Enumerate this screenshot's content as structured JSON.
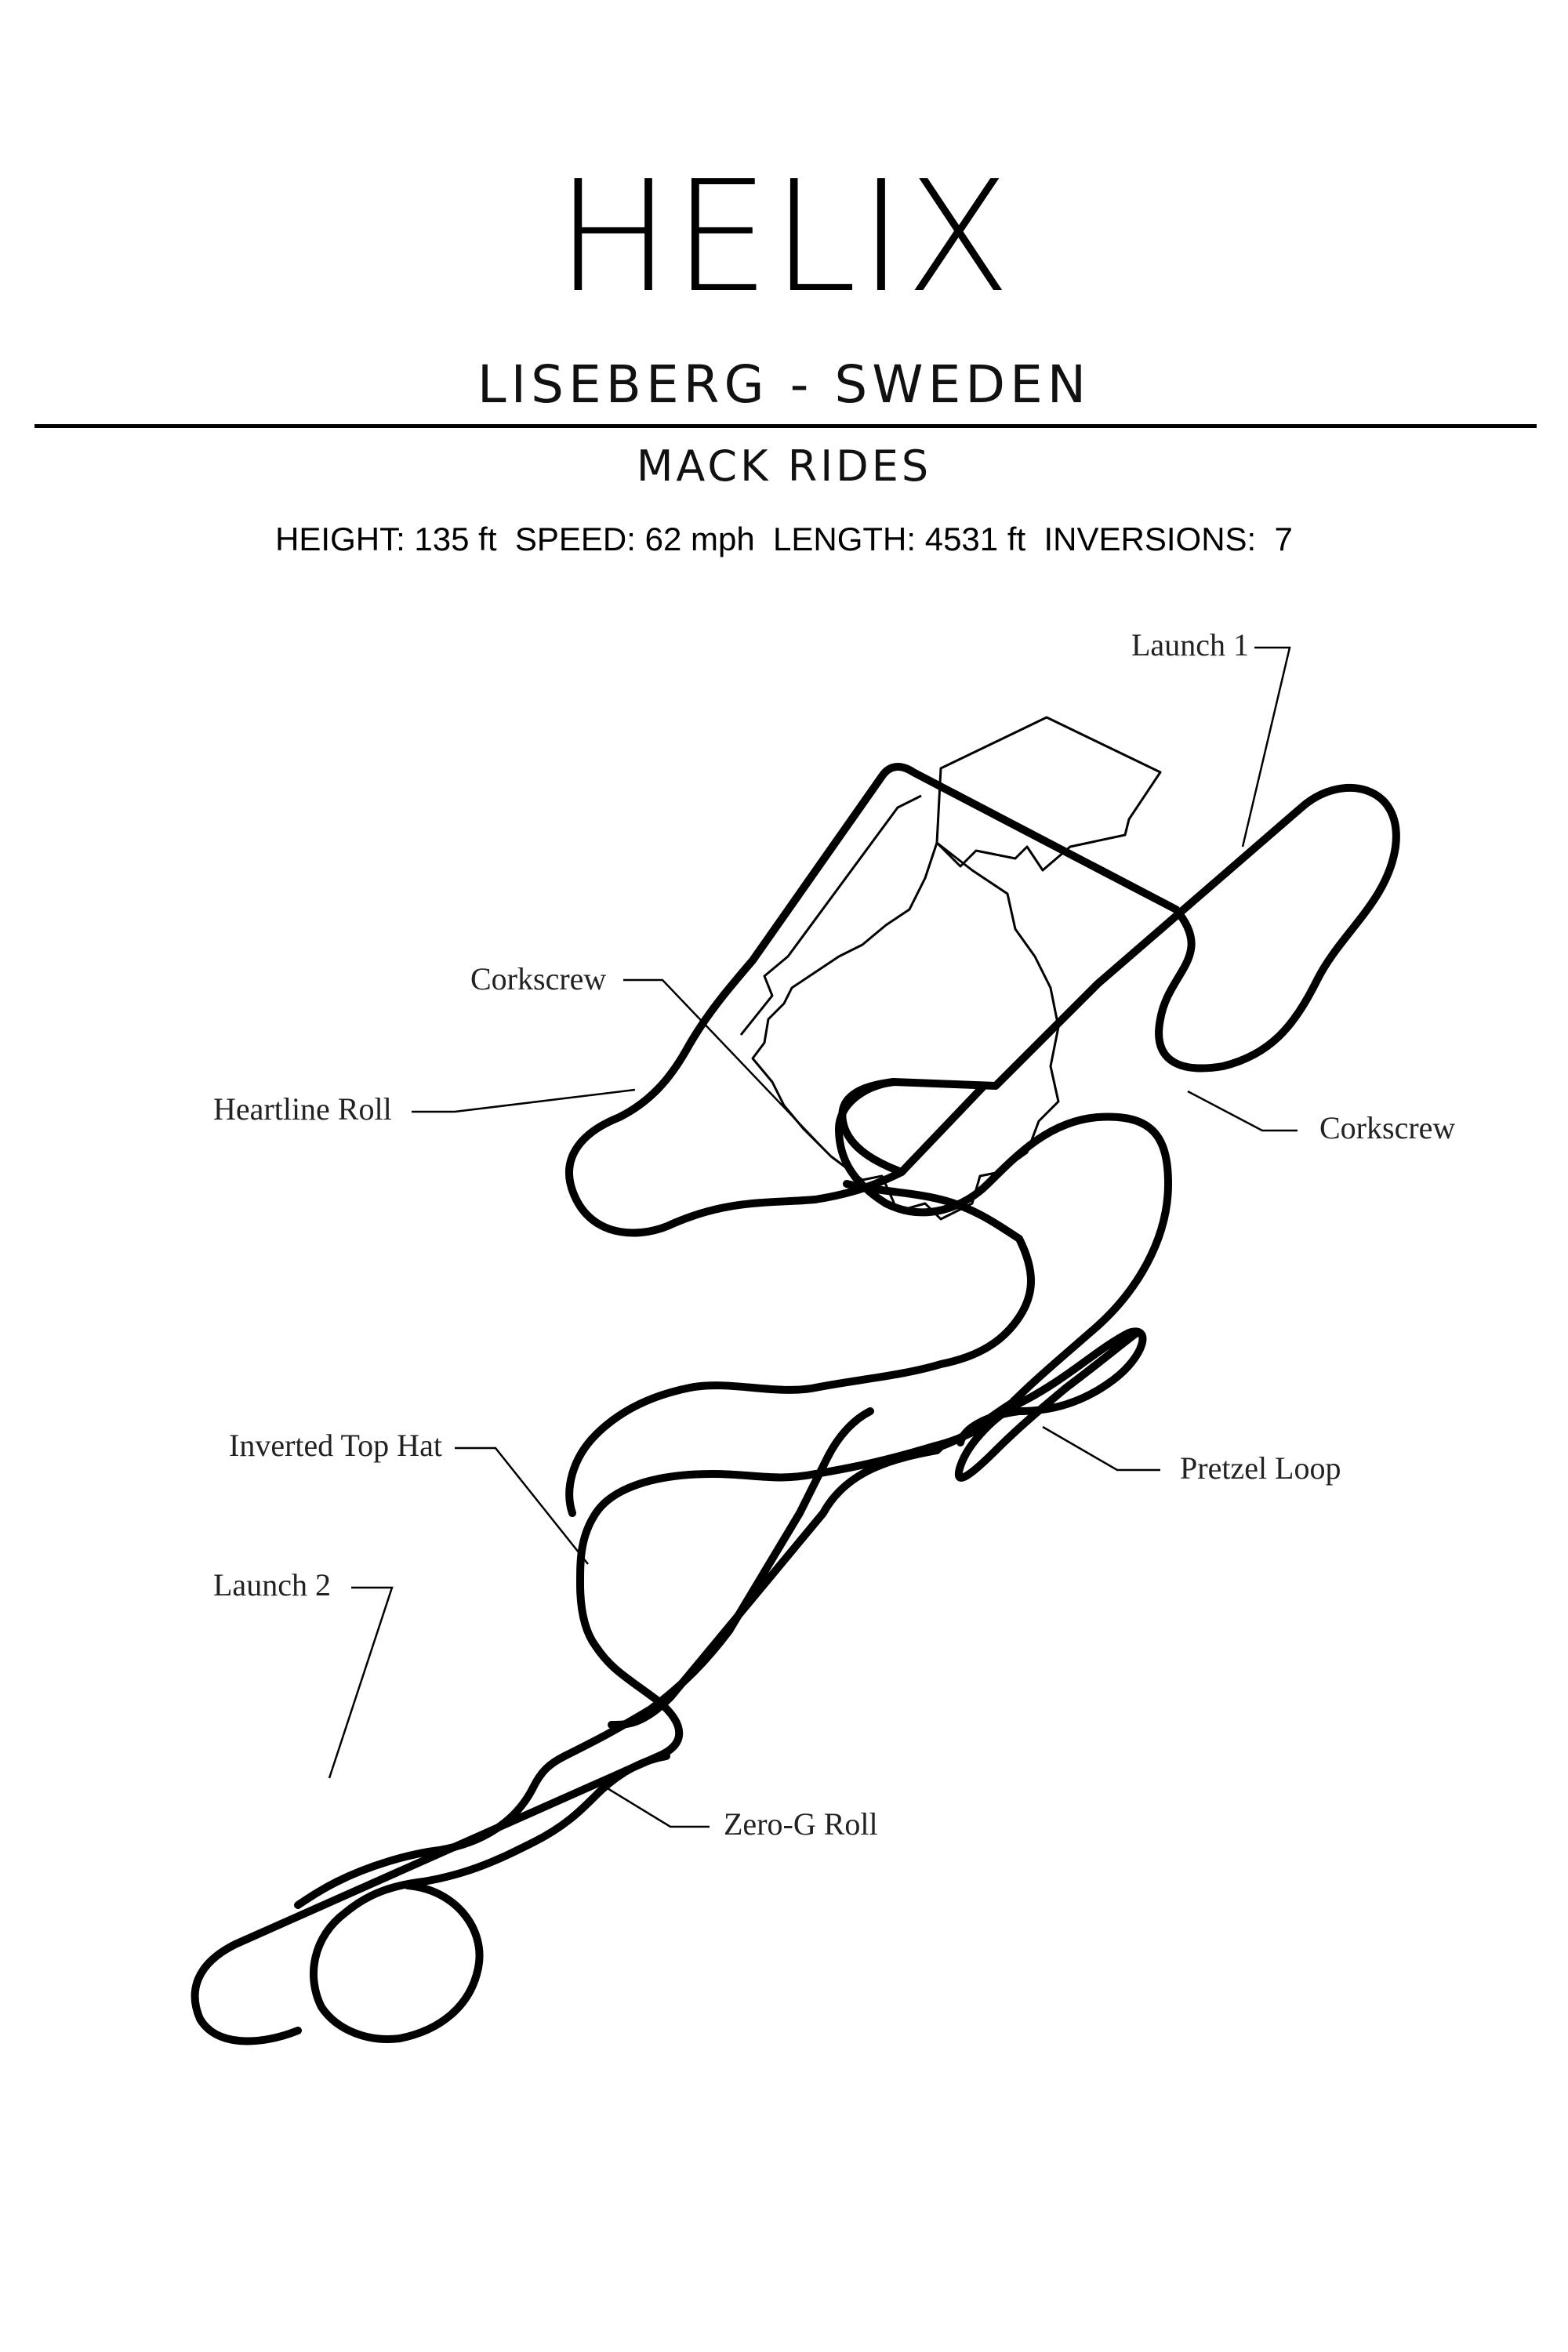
{
  "poster": {
    "title": "HELIX",
    "subtitle": "LISEBERG - SWEDEN",
    "manufacturer": "MACK RIDES",
    "stats": {
      "height": "HEIGHT: 135 ft",
      "speed": "SPEED: 62 mph",
      "length": "LENGTH: 4531 ft",
      "inversions": "INVERSIONS:  7"
    }
  },
  "labels": {
    "launch_1": "Launch 1",
    "corkscrew_left": "Corkscrew",
    "heartline_roll": "Heartline Roll",
    "corkscrew_right": "Corkscrew",
    "pretzel_loop": "Pretzel Loop",
    "inverted_top_hat": "Inverted Top Hat",
    "launch_2": "Launch 2",
    "zero_g_roll": "Zero-G Roll"
  },
  "colors": {
    "ink": "#000000",
    "background": "#ffffff"
  }
}
